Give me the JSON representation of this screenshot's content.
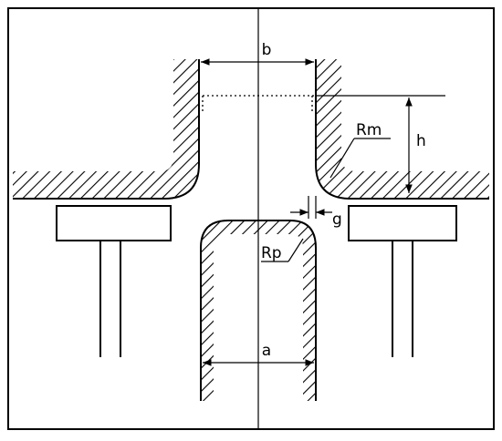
{
  "diagram": {
    "labels": {
      "b": "b",
      "h": "h",
      "rm": "Rm",
      "g": "g",
      "rp": "Rp",
      "a": "a"
    },
    "colors": {
      "ink": "#000000",
      "background": "#ffffff"
    }
  }
}
